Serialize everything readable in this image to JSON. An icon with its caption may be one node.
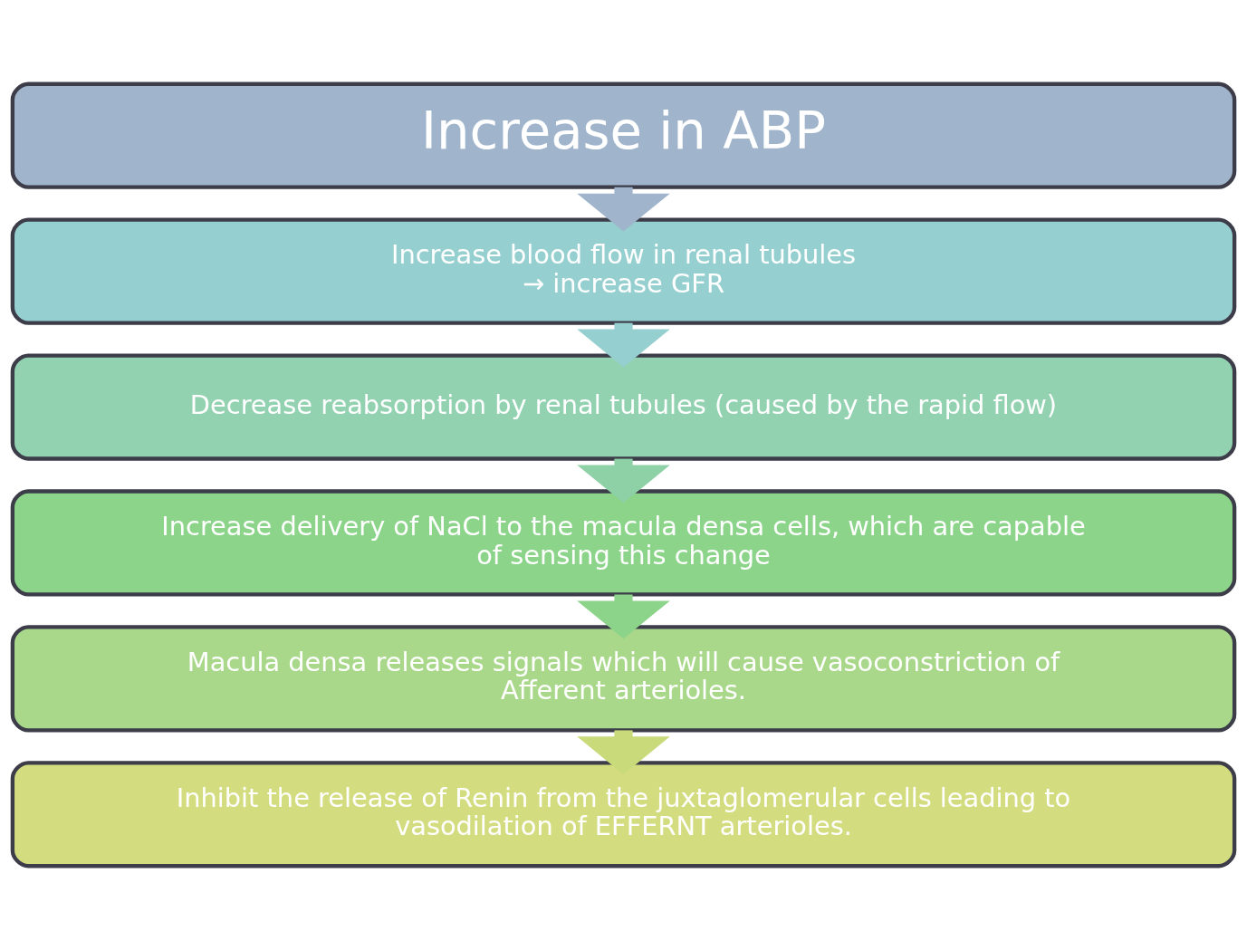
{
  "diagram": {
    "nodes": [
      {
        "text": [
          "Increase in ABP"
        ]
      },
      {
        "text": [
          "Increase blood flow in renal tubules",
          "→ increase GFR"
        ]
      },
      {
        "text": [
          "Decrease reabsorption by renal tubules (caused by the rapid flow)"
        ]
      },
      {
        "text": [
          "Increase delivery of NaCl to the macula densa cells, which are capable of sensing this change"
        ]
      },
      {
        "text": [
          "Macula densa releases signals which will cause vasoconstriction of Afferent arterioles."
        ]
      },
      {
        "text": [
          "Inhibit the release of Renin from the juxtaglomerular cells leading to vasodilation of EFFERNT arterioles."
        ]
      }
    ],
    "edges": [
      {
        "from": 0,
        "to": 1,
        "arrow": "to",
        "color": "#a0b5cc"
      },
      {
        "from": 1,
        "to": 2,
        "arrow": "to",
        "color": "#96cfcf"
      },
      {
        "from": 2,
        "to": 3,
        "arrow": "to",
        "color": "#8fd1a6"
      },
      {
        "from": 3,
        "to": 4,
        "arrow": "to",
        "color": "#8bd48a"
      },
      {
        "from": 4,
        "to": 5,
        "arrow": "to",
        "color": "#c9da7a"
      }
    ]
  }
}
